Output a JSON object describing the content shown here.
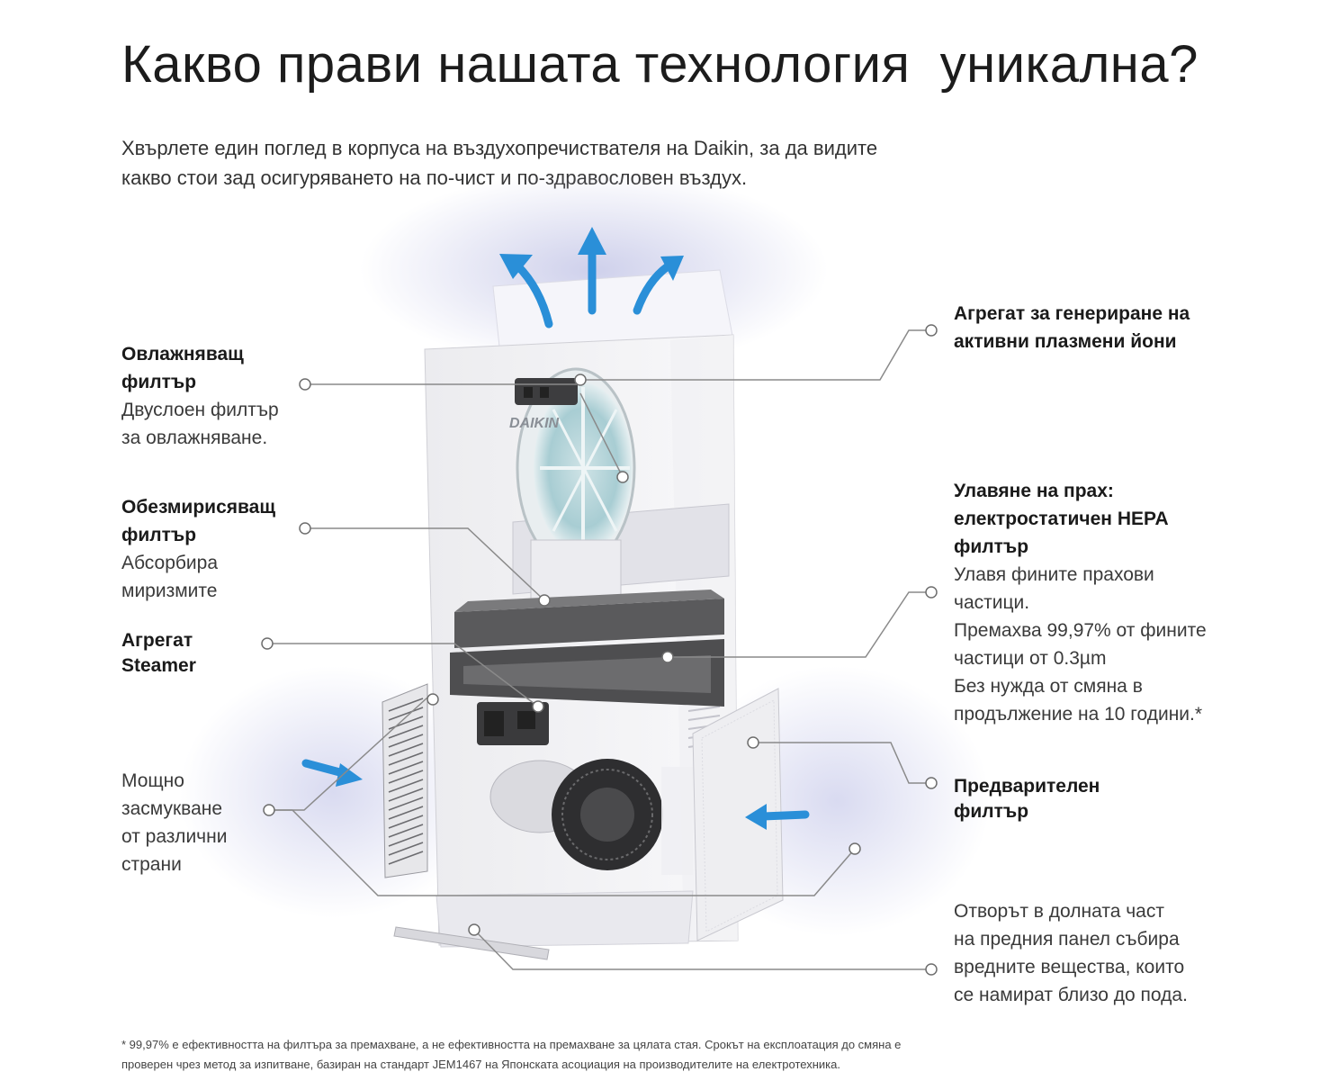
{
  "title": "Какво прави нашата технология  уникална?",
  "intro": {
    "line1": "Хвърлете един поглед в корпуса на въздухопречиствателя на Daikin, за да видите",
    "line2": "какво стои зад осигуряването на по-чист и по-здравословен въздух."
  },
  "brand_mark": "DAIKIN",
  "labels": {
    "humidifying_filter": {
      "title1": "Овлажняващ",
      "title2": "филтър",
      "desc1": "Двуслоен филтър",
      "desc2": "за овлажняване."
    },
    "deodorizing_filter": {
      "title1": "Обезмирисяващ",
      "title2": "филтър",
      "desc1": "Абсорбира",
      "desc2": "миризмите"
    },
    "steamer_unit": {
      "title1": "Агрегат",
      "title2": "Steamer"
    },
    "multi_side_suction": {
      "line1": "Мощно",
      "line2": "засмукване",
      "line3": "от различни",
      "line4": "страни"
    },
    "plasma_ion_unit": {
      "title1": "Агрегат за генериране на",
      "title2": "активни плазмени йони"
    },
    "hepa_filter": {
      "title1": "Улавяне на прах:",
      "title2": "електростатичен HEPA",
      "title3": "филтър",
      "desc1": "Улавя фините прахови",
      "desc2": "частици.",
      "desc3": "Премахва 99,97% от фините",
      "desc4": "частици от 0.3µm",
      "desc5": "Без нужда от смяна в",
      "desc6": "продължение на 10 години.*"
    },
    "pre_filter": {
      "title1": "Предварителен",
      "title2": "филтър"
    },
    "front_bottom_opening": {
      "line1": "Отворът в долната част",
      "line2": "на предния панел събира",
      "line3": "вредните вещества, които",
      "line4": "се намират близо до пода."
    }
  },
  "footnote": {
    "line1": "* 99,97% е ефективността на филтъра за премахване, а не ефективността на премахване за цялата стая. Срокът на експлоатация до смяна е",
    "line2": "проверен чрез метод за изпитване, базиран на стандарт JEM1467 на Японската асоциация на производителите на електротехника."
  },
  "colors": {
    "arrow_blue": "#2a8fd8",
    "leader_line": "#8a8a8a",
    "filter_dark": "#505050"
  }
}
